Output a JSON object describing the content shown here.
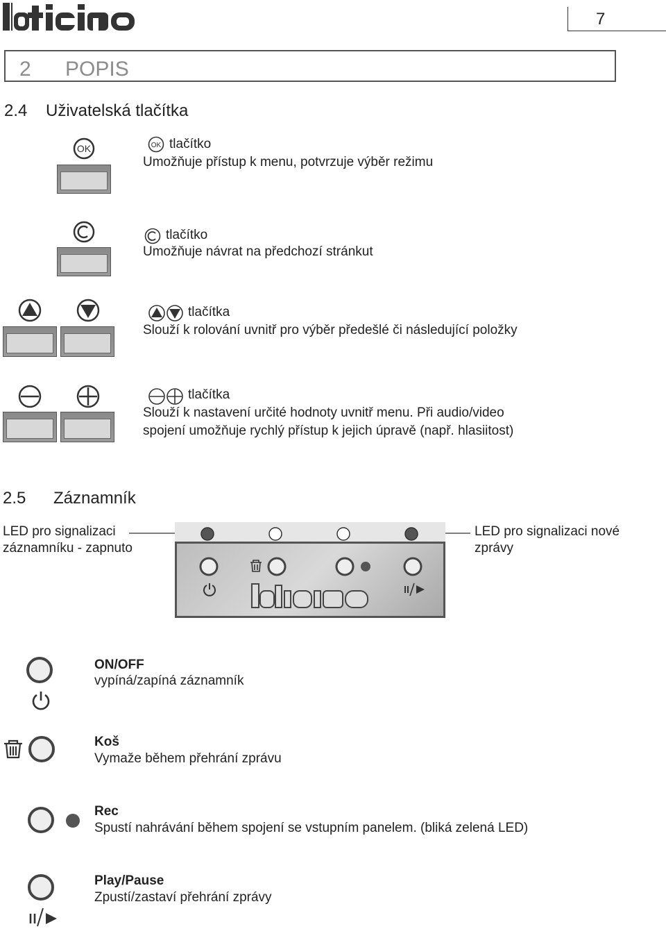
{
  "header": {
    "brand": "bticino",
    "page_number": "7"
  },
  "section": {
    "number": "2",
    "title": "POPIS"
  },
  "sub_2_4": {
    "number": "2.4",
    "title": "Uživatelská tlačítka"
  },
  "buttons": [
    {
      "label": "tlačítko",
      "desc": "Umožňuje přístup k menu, potvrzuje výběr režimu"
    },
    {
      "label": "tlačítko",
      "desc": "Umožňuje návrat na předchozí stránkut"
    },
    {
      "label": "tlačítka",
      "desc": "Slouží k rolování uvnitř pro výběr předešlé či následující položky"
    },
    {
      "label": "tlačítka",
      "desc": "Slouží k nastavení určité hodnoty uvnitř menu. Při audio/video",
      "desc2": "spojení umožňuje rychlý přístup k jejich úpravě (např. hlasiitost)"
    }
  ],
  "ok_glyph": "OK",
  "sub_2_5": {
    "number": "2.5",
    "title": "Záznamník"
  },
  "callouts": {
    "left_line1": "LED pro signalizaci",
    "left_line2": "záznamníku - zapnuto",
    "right_line1": "LED pro signalizaci nové",
    "right_line2": "zprávy"
  },
  "answering_items": [
    {
      "title": "ON/OFF",
      "desc": "vypíná/zapíná záznamník",
      "icon": "power-icon"
    },
    {
      "title": "Koš",
      "desc": "Vymaže během přehrání zprávu",
      "icon": "trash-icon"
    },
    {
      "title": "Rec",
      "desc": "Spustí nahrávání během spojení se vstupním panelem. (bliká zelená LED)",
      "icon": "rec-led-icon"
    },
    {
      "title": "Play/Pause",
      "desc": "Zpustí/zastaví přehrání zprávy",
      "icon": "play-pause-icon"
    }
  ],
  "colors": {
    "section_text": "#8c8c8c",
    "key_face": "#d8d8d8",
    "led_on": "#555555"
  }
}
